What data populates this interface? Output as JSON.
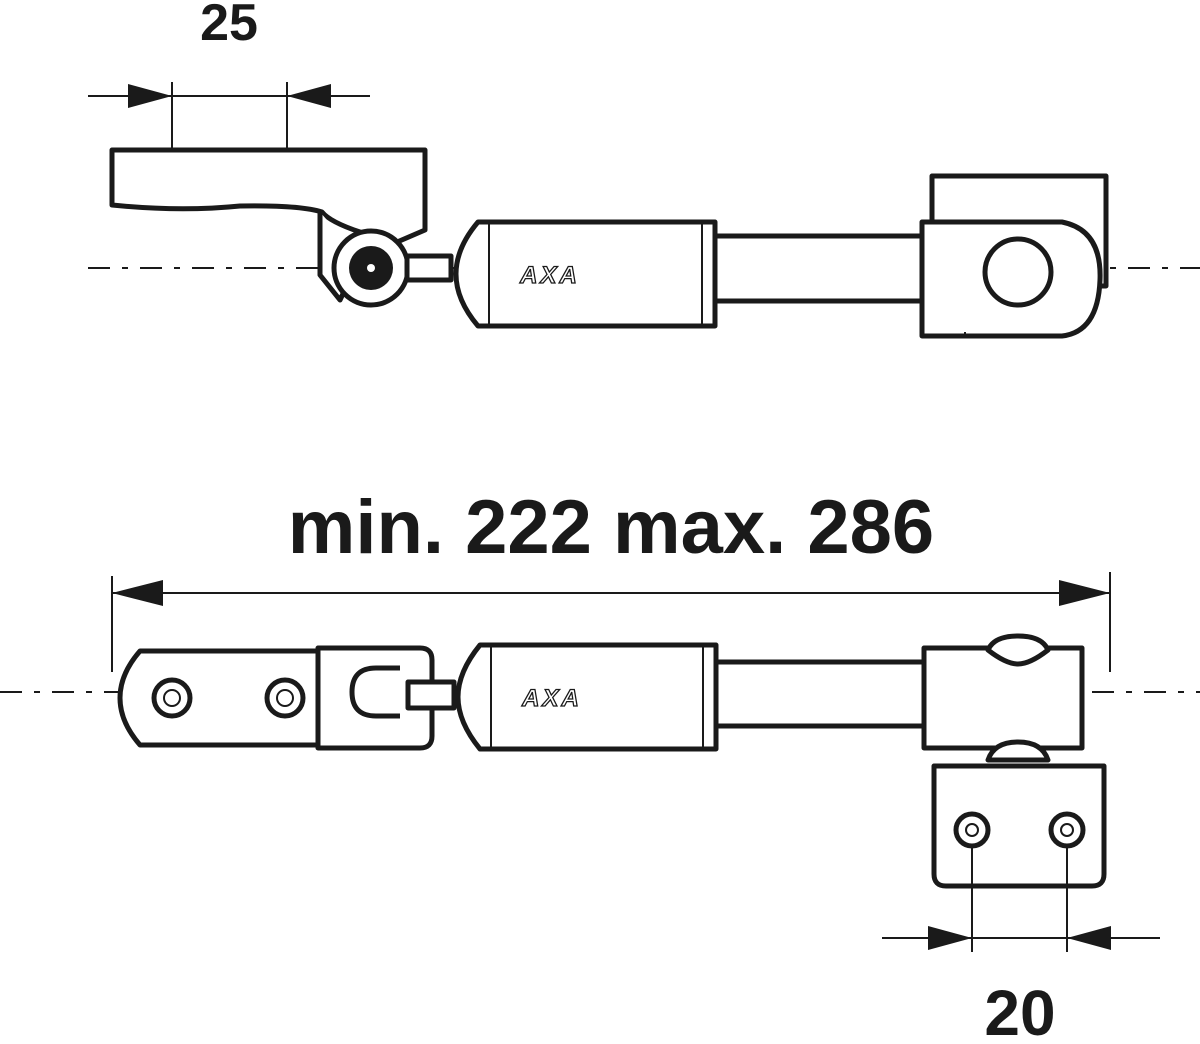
{
  "top_view": {
    "dimension_label": "25",
    "brand_label": "AXA"
  },
  "bottom_view": {
    "length_label": "min. 222 max. 286",
    "brand_label": "AXA",
    "hole_spacing_label": "20"
  },
  "colors": {
    "line": "#1a1a1a",
    "background": "#ffffff"
  }
}
